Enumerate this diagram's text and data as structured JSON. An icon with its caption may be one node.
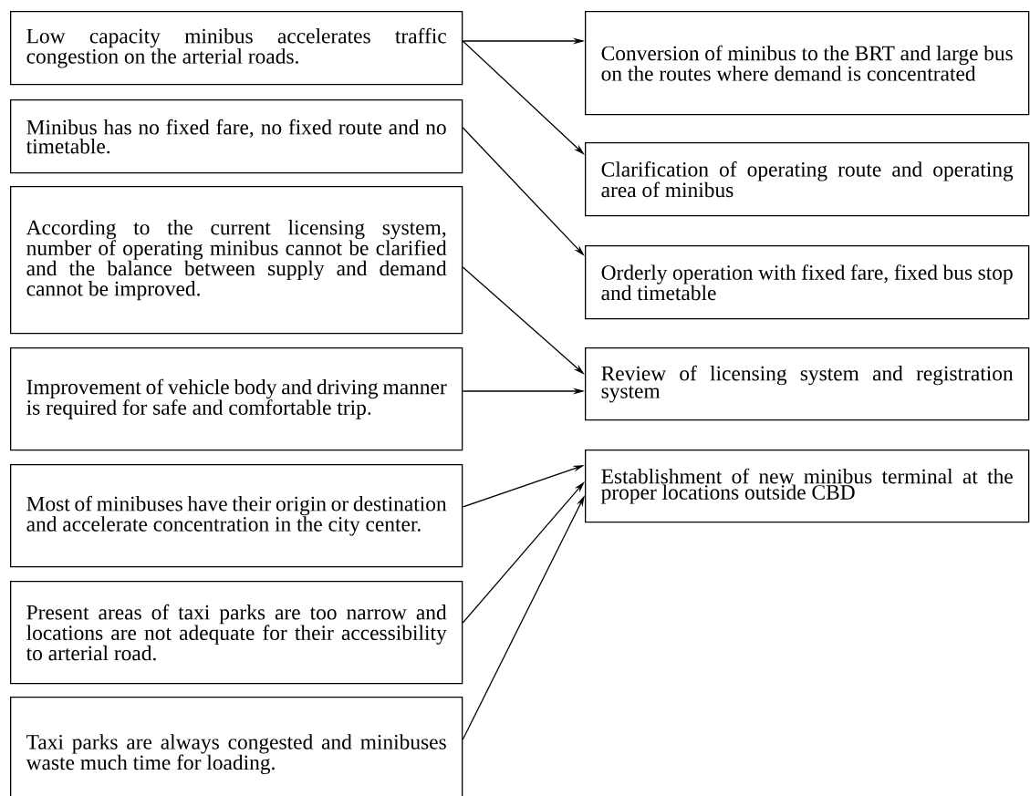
{
  "diagram": {
    "nodes": [
      {
        "text": [
          "Low capacity minibus accelerates traffic congestion on the arterial roads."
        ]
      },
      {
        "text": [
          "Minibus has no fixed fare, no fixed route and no timetable."
        ]
      },
      {
        "text": [
          "According to the current licensing system, number of operating minibus cannot be clarified and the balance between supply and demand cannot be improved."
        ]
      },
      {
        "text": [
          "Improvement of vehicle body and driving manner is required for safe and comfortable trip."
        ]
      },
      {
        "text": [
          "Most of minibuses have their origin or destination and accelerate concentration in the city center."
        ]
      },
      {
        "text": [
          "Present areas of taxi parks are too narrow and locations are not adequate for their accessibility to arterial road."
        ]
      },
      {
        "text": [
          "Taxi parks are always congested and minibuses waste much time for loading."
        ]
      },
      {
        "text": [
          "Conversion of minibus to the BRT and large bus on the routes where demand is concentrated"
        ]
      },
      {
        "text": [
          "Clarification of operating route and operating area of minibus"
        ]
      },
      {
        "text": [
          "Orderly operation with fixed fare, fixed bus stop and timetable"
        ]
      },
      {
        "text": [
          "Review of licensing system and registration system"
        ]
      },
      {
        "text": [
          "Establishment of new minibus terminal at the proper locations outside CBD"
        ]
      }
    ],
    "edges": [
      {
        "from": 0,
        "to": 7,
        "arrow": "to"
      },
      {
        "from": 0,
        "to": 8,
        "arrow": "to"
      },
      {
        "from": 1,
        "to": 9,
        "arrow": "to"
      },
      {
        "from": 2,
        "to": 10,
        "arrow": "to"
      },
      {
        "from": 3,
        "to": 10,
        "arrow": "to"
      },
      {
        "from": 4,
        "to": 11,
        "arrow": "to"
      },
      {
        "from": 5,
        "to": 11,
        "arrow": "to"
      },
      {
        "from": 6,
        "to": 11,
        "arrow": "to"
      }
    ]
  }
}
